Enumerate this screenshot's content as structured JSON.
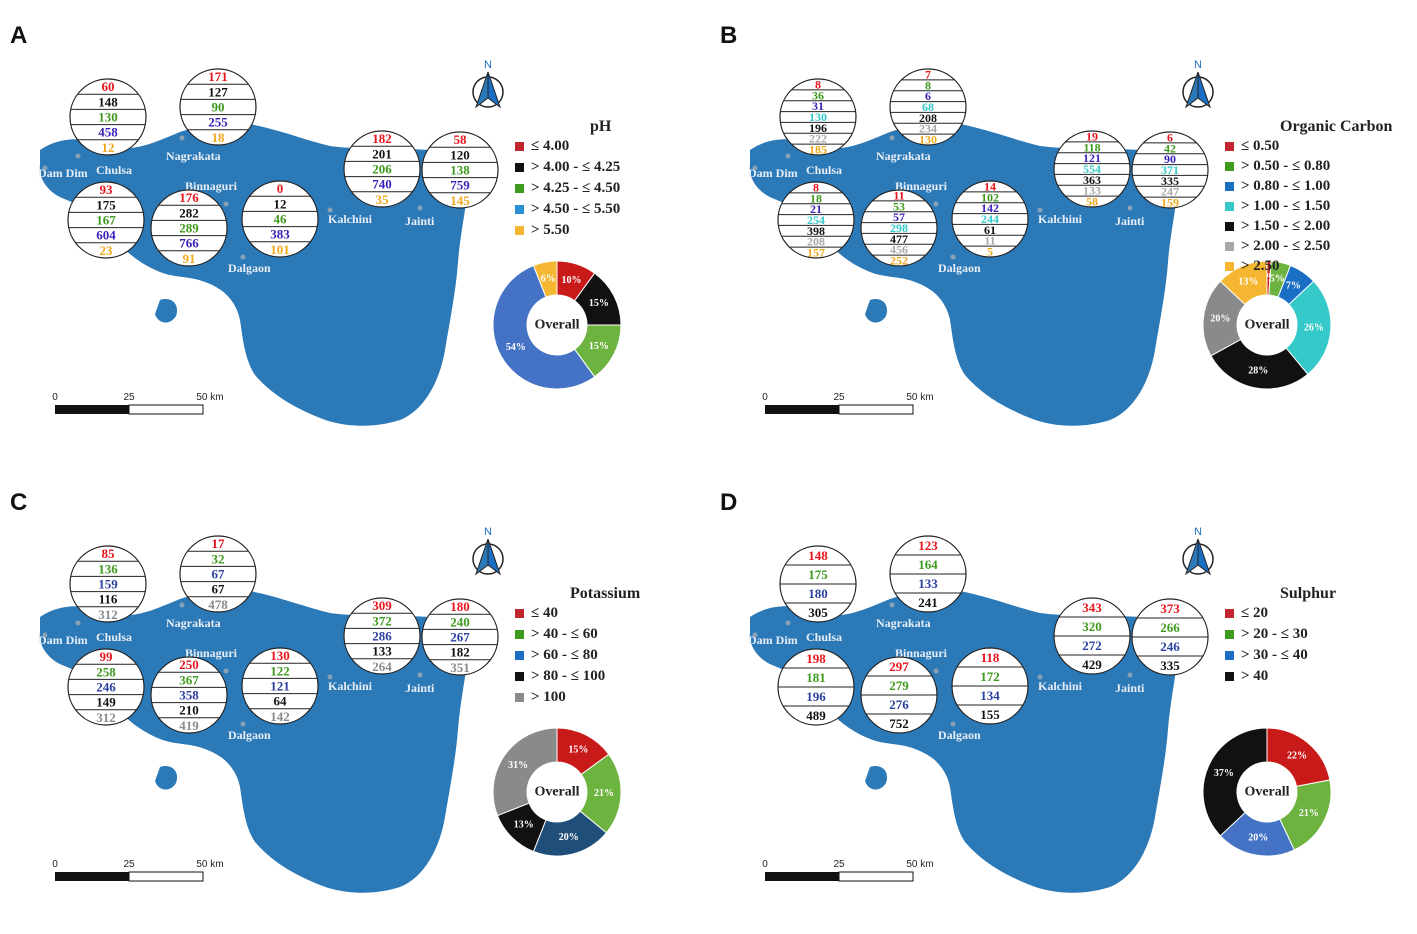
{
  "panels": [
    {
      "letter": "A",
      "legend_title": "pH",
      "classes": [
        {
          "label": "≤ 4.00",
          "color": "#c0272d",
          "text_color": "#e8141c"
        },
        {
          "label": "> 4.00 - ≤ 4.25",
          "color": "#111111",
          "text_color": "#111111"
        },
        {
          "label": "> 4.25 - ≤ 4.50",
          "color": "#3e9a1d",
          "text_color": "#3e9a1d"
        },
        {
          "label": "> 4.50 - ≤ 5.50",
          "color": "#2b8fd8",
          "text_color": "#3a22b8"
        },
        {
          "label": "> 5.50",
          "color": "#f5b731",
          "text_color": "#f0a81c"
        }
      ],
      "overall_label": "Overall",
      "overall": [
        {
          "value": 10,
          "label": "10%",
          "color": "#c91a1a"
        },
        {
          "value": 15,
          "label": "15%",
          "color": "#111111"
        },
        {
          "value": 15,
          "label": "15%",
          "color": "#6db33f"
        },
        {
          "value": 54,
          "label": "54%",
          "color": "#4472c4"
        },
        {
          "value": 6,
          "label": "6%",
          "color": "#f5b731"
        }
      ],
      "places": [
        {
          "name": "Chulsa",
          "counts": [
            "60",
            "148",
            "130",
            "458",
            "12"
          ]
        },
        {
          "name": "Nagrakata",
          "counts": [
            "171",
            "127",
            "90",
            "255",
            "18"
          ]
        },
        {
          "name": "Dam Dim",
          "counts": [
            "93",
            "175",
            "167",
            "604",
            "23"
          ]
        },
        {
          "name": "Binnaguri",
          "counts": [
            "176",
            "282",
            "289",
            "766",
            "91"
          ]
        },
        {
          "name": "Dalgaon",
          "counts": [
            "0",
            "12",
            "46",
            "383",
            "101"
          ]
        },
        {
          "name": "Kalchini",
          "counts": [
            "182",
            "201",
            "206",
            "740",
            "35"
          ]
        },
        {
          "name": "Jainti",
          "counts": [
            "58",
            "120",
            "138",
            "759",
            "145"
          ]
        }
      ],
      "scale": [
        "0",
        "25",
        "50 km"
      ]
    },
    {
      "letter": "B",
      "legend_title": "Organic Carbon",
      "classes": [
        {
          "label": "≤ 0.50",
          "color": "#c0272d",
          "text_color": "#e8141c"
        },
        {
          "label": "> 0.50 - ≤ 0.80",
          "color": "#3e9a1d",
          "text_color": "#3e9a1d"
        },
        {
          "label": "> 0.80 - ≤ 1.00",
          "color": "#1a6fc4",
          "text_color": "#3a22b8"
        },
        {
          "label": "> 1.00 - ≤ 1.50",
          "color": "#35c9c9",
          "text_color": "#35c9c9"
        },
        {
          "label": "> 1.50 - ≤ 2.00",
          "color": "#111111",
          "text_color": "#111111"
        },
        {
          "label": "> 2.00 - ≤ 2.50",
          "color": "#a8a8a8",
          "text_color": "#a8a8a8"
        },
        {
          "label": "> 2.50",
          "color": "#f5b731",
          "text_color": "#f0a81c"
        }
      ],
      "overall_label": "Overall",
      "overall": [
        {
          "value": 1,
          "label": "1%",
          "color": "#c91a1a"
        },
        {
          "value": 5,
          "label": "5%",
          "color": "#6db33f"
        },
        {
          "value": 7,
          "label": "7%",
          "color": "#1a6fc4"
        },
        {
          "value": 26,
          "label": "26%",
          "color": "#35c9c9"
        },
        {
          "value": 28,
          "label": "28%",
          "color": "#111111"
        },
        {
          "value": 20,
          "label": "20%",
          "color": "#8a8a8a"
        },
        {
          "value": 13,
          "label": "13%",
          "color": "#f5b731"
        }
      ],
      "places": [
        {
          "name": "Chulsa",
          "counts": [
            "8",
            "36",
            "31",
            "130",
            "196",
            "222",
            "185"
          ]
        },
        {
          "name": "Nagrakata",
          "counts": [
            "7",
            "8",
            "6",
            "68",
            "208",
            "234",
            "130"
          ]
        },
        {
          "name": "Dam Dim",
          "counts": [
            "8",
            "18",
            "21",
            "254",
            "398",
            "208",
            "157"
          ]
        },
        {
          "name": "Binnaguri",
          "counts": [
            "11",
            "53",
            "57",
            "298",
            "477",
            "456",
            "252"
          ]
        },
        {
          "name": "Dalgaon",
          "counts": [
            "14",
            "102",
            "142",
            "244",
            "61",
            "11",
            "5"
          ]
        },
        {
          "name": "Kalchini",
          "counts": [
            "19",
            "118",
            "121",
            "554",
            "363",
            "133",
            "58"
          ]
        },
        {
          "name": "Jainti",
          "counts": [
            "6",
            "42",
            "90",
            "371",
            "335",
            "247",
            "159"
          ]
        }
      ],
      "scale": [
        "0",
        "25",
        "50 km"
      ]
    },
    {
      "letter": "C",
      "legend_title": "Potassium",
      "classes": [
        {
          "label": "≤ 40",
          "color": "#c0272d",
          "text_color": "#e8141c"
        },
        {
          "label": "> 40 - ≤ 60",
          "color": "#3e9a1d",
          "text_color": "#3e9a1d"
        },
        {
          "label": "> 60 - ≤ 80",
          "color": "#1a6fc4",
          "text_color": "#2a3fa0"
        },
        {
          "label": "> 80 - ≤ 100",
          "color": "#111111",
          "text_color": "#111111"
        },
        {
          "label": "> 100",
          "color": "#8a8a8a",
          "text_color": "#8a8a8a"
        }
      ],
      "overall_label": "Overall",
      "overall": [
        {
          "value": 15,
          "label": "15%",
          "color": "#c91a1a"
        },
        {
          "value": 21,
          "label": "21%",
          "color": "#6db33f"
        },
        {
          "value": 20,
          "label": "20%",
          "color": "#1f4e79"
        },
        {
          "value": 13,
          "label": "13%",
          "color": "#111111"
        },
        {
          "value": 31,
          "label": "31%",
          "color": "#8a8a8a"
        }
      ],
      "places": [
        {
          "name": "Chulsa",
          "counts": [
            "85",
            "136",
            "159",
            "116",
            "312"
          ]
        },
        {
          "name": "Nagrakata",
          "counts": [
            "17",
            "32",
            "67",
            "67",
            "478"
          ]
        },
        {
          "name": "Dam Dim",
          "counts": [
            "99",
            "258",
            "246",
            "149",
            "312"
          ]
        },
        {
          "name": "Binnaguri",
          "counts": [
            "250",
            "367",
            "358",
            "210",
            "419"
          ]
        },
        {
          "name": "Dalgaon",
          "counts": [
            "130",
            "122",
            "121",
            "64",
            "142"
          ]
        },
        {
          "name": "Kalchini",
          "counts": [
            "309",
            "372",
            "286",
            "133",
            "264"
          ]
        },
        {
          "name": "Jainti",
          "counts": [
            "180",
            "240",
            "267",
            "182",
            "351"
          ]
        }
      ],
      "scale": [
        "0",
        "25",
        "50 km"
      ]
    },
    {
      "letter": "D",
      "legend_title": "Sulphur",
      "classes": [
        {
          "label": "≤ 20",
          "color": "#c0272d",
          "text_color": "#e8141c"
        },
        {
          "label": "> 20 - ≤ 30",
          "color": "#3e9a1d",
          "text_color": "#3e9a1d"
        },
        {
          "label": "> 30 - ≤ 40",
          "color": "#1a6fc4",
          "text_color": "#2a3fa0"
        },
        {
          "label": "> 40",
          "color": "#111111",
          "text_color": "#111111"
        }
      ],
      "overall_label": "Overall",
      "overall": [
        {
          "value": 22,
          "label": "22%",
          "color": "#c91a1a"
        },
        {
          "value": 21,
          "label": "21%",
          "color": "#6db33f"
        },
        {
          "value": 20,
          "label": "20%",
          "color": "#4472c4"
        },
        {
          "value": 37,
          "label": "37%",
          "color": "#111111"
        }
      ],
      "places": [
        {
          "name": "Chulsa",
          "counts": [
            "148",
            "175",
            "180",
            "305"
          ]
        },
        {
          "name": "Nagrakata",
          "counts": [
            "123",
            "164",
            "133",
            "241"
          ]
        },
        {
          "name": "Dam Dim",
          "counts": [
            "198",
            "181",
            "196",
            "489"
          ]
        },
        {
          "name": "Binnaguri",
          "counts": [
            "297",
            "279",
            "276",
            "752"
          ]
        },
        {
          "name": "Dalgaon",
          "counts": [
            "118",
            "172",
            "134",
            "155"
          ]
        },
        {
          "name": "Kalchini",
          "counts": [
            "343",
            "320",
            "272",
            "429"
          ]
        },
        {
          "name": "Jainti",
          "counts": [
            "373",
            "266",
            "246",
            "335"
          ]
        }
      ],
      "scale": [
        "0",
        "25",
        "50 km"
      ]
    }
  ],
  "north_label": "N",
  "map_color": "#2c79b8"
}
